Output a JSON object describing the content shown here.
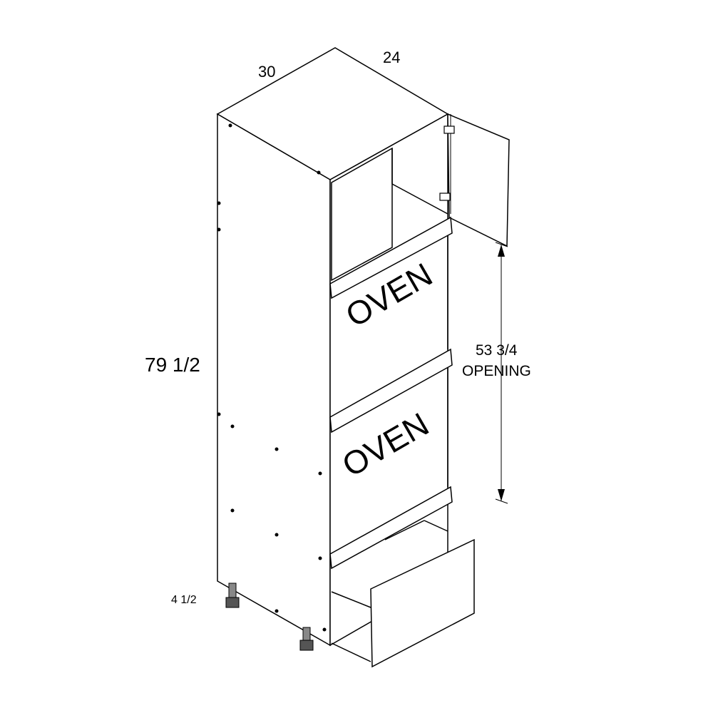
{
  "dimensions": {
    "width": "30",
    "depth": "24",
    "height": "79 1/2",
    "opening_value": "53 3/4",
    "opening_label": "OPENING",
    "toe_kick": "4 1/2"
  },
  "panels": {
    "oven_upper": "OVEN",
    "oven_lower": "OVEN"
  }
}
